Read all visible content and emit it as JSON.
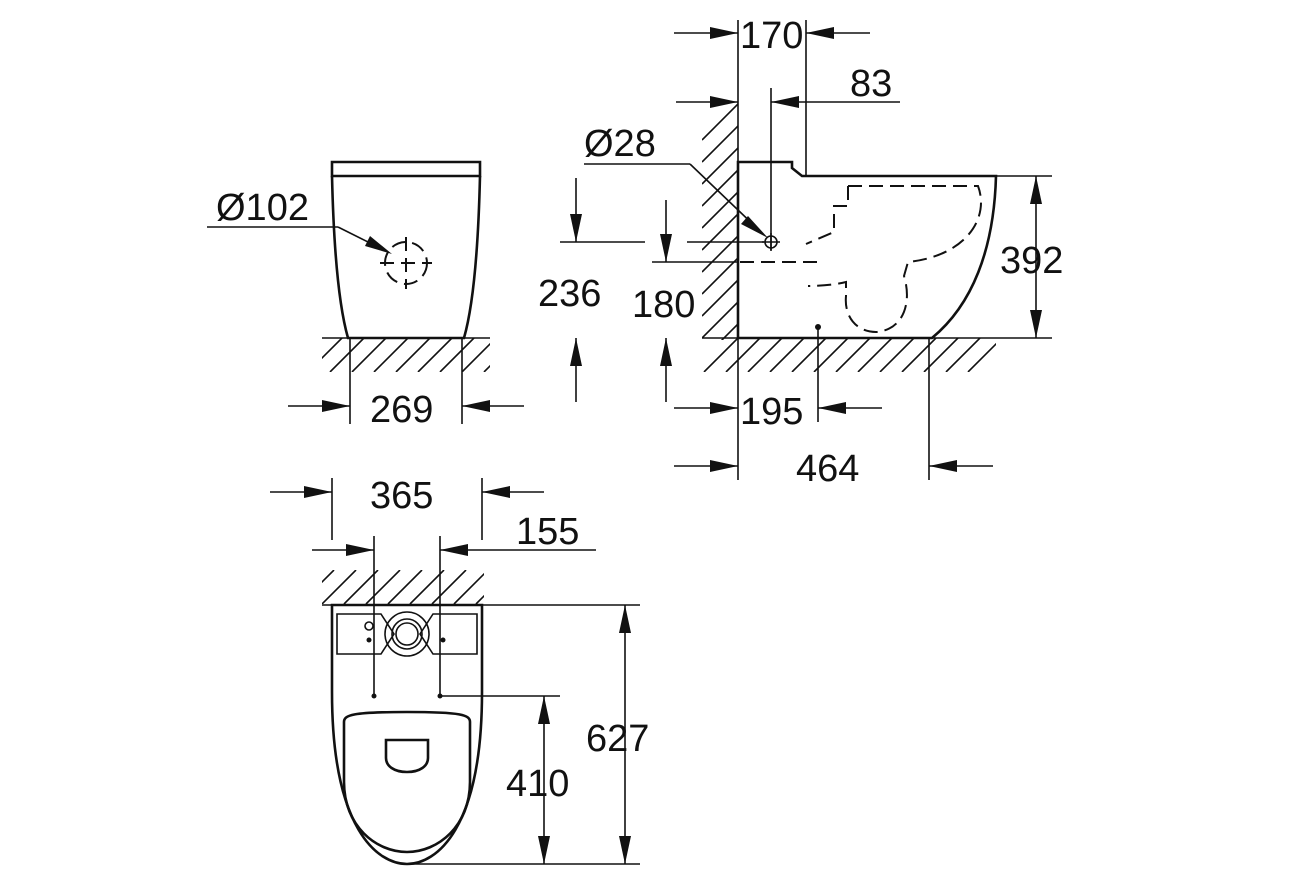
{
  "dimensions": {
    "d_pipe_front": "Ø102",
    "w_front": "269",
    "top_170": "170",
    "top_83": "83",
    "d_pipe_side": "Ø28",
    "h_236": "236",
    "h_180": "180",
    "h_392": "392",
    "b_195": "195",
    "b_464": "464",
    "w_plan": "365",
    "off_155": "155",
    "len_627": "627",
    "len_410": "410"
  },
  "colors": {
    "line": "#111111",
    "background": "#ffffff"
  }
}
